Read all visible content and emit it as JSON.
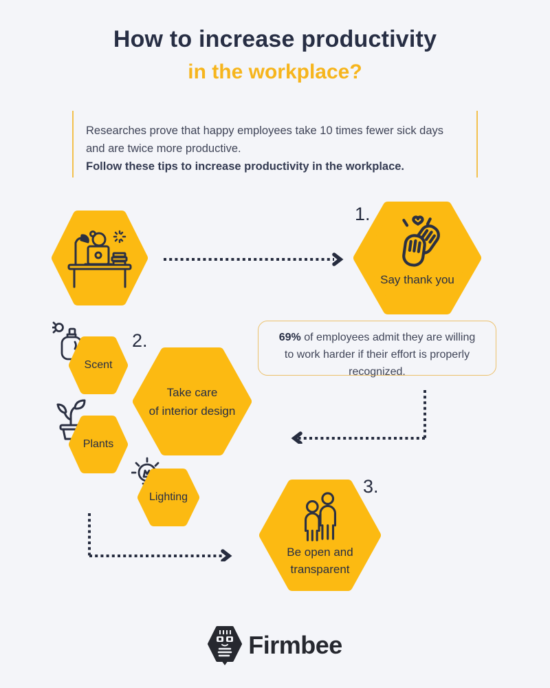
{
  "colors": {
    "background": "#f4f5f9",
    "hexagon_yellow": "#fcba12",
    "title_navy": "#272e44",
    "title_yellow": "#f6b51d",
    "arrow_navy": "#262c3f",
    "box_border_yellow": "#ecc06a",
    "body_text": "#3f4457"
  },
  "header": {
    "title_line1": "How to increase productivity",
    "title_line2": "in the workplace?"
  },
  "intro": {
    "text": "Researches prove that happy employees take 10 times fewer sick days and are twice more productive.",
    "bold_text": "Follow these tips to increase productivity in the workplace."
  },
  "start": {
    "icon": "person-at-desk-icon"
  },
  "steps": {
    "step1": {
      "number": "1.",
      "label": "Say thank you",
      "icon": "clapping-hands-icon"
    },
    "step2": {
      "number": "2.",
      "label_line1": "Take care",
      "label_line2": "of interior design"
    },
    "step3": {
      "number": "3.",
      "label_line1": "Be open and",
      "label_line2": "transparent",
      "icon": "two-people-icon"
    }
  },
  "interior_items": {
    "scent": {
      "label": "Scent",
      "icon": "perfume-spray-icon"
    },
    "plants": {
      "label": "Plants",
      "icon": "potted-plant-icon"
    },
    "lighting": {
      "label": "Lighting",
      "icon": "lightbulb-icon"
    }
  },
  "fact": {
    "highlight": "69%",
    "text": "of employees admit they are willing to work harder if their effort is properly recognized."
  },
  "footer": {
    "brand": "Firmbee",
    "icon": "bee-logo-icon"
  }
}
